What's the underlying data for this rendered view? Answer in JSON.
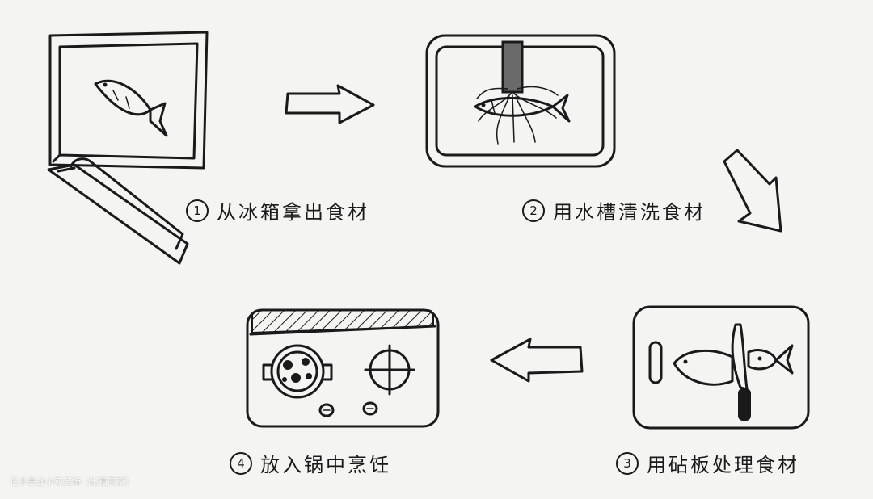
{
  "steps": [
    {
      "number": "1",
      "label": "从冰箱拿出食材"
    },
    {
      "number": "2",
      "label": "用水槽清洗食材"
    },
    {
      "number": "3",
      "label": "用砧板处理食材"
    },
    {
      "number": "4",
      "label": "放入锅中烹饪"
    }
  ],
  "watermark": "在小黑@小灰装饰（出租商家）",
  "colors": {
    "ink": "#1a1a1a",
    "paper": "#f4f4f2",
    "faucet": "#6a6a6a"
  }
}
